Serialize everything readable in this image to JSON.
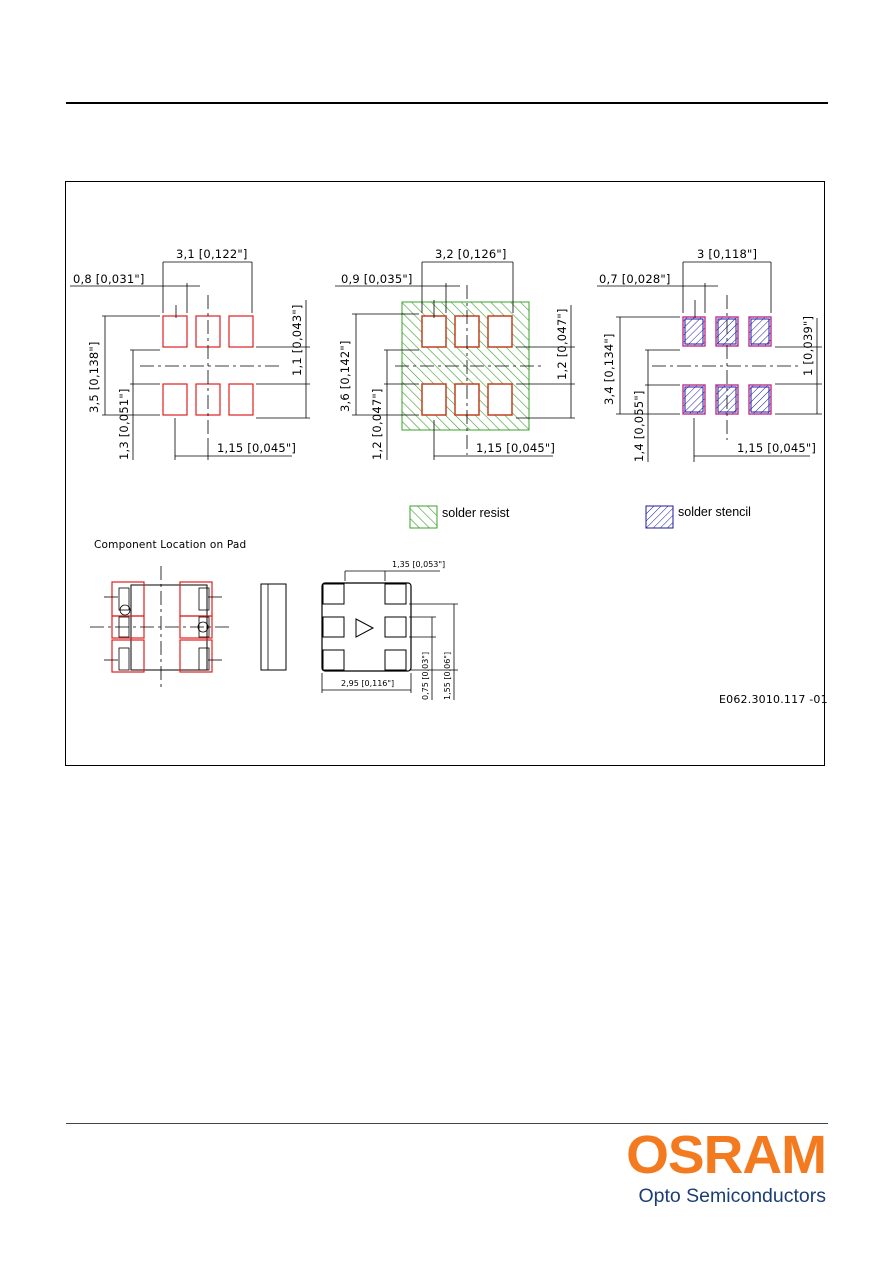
{
  "brand": {
    "name": "OSRAM",
    "tagline": "Opto Semiconductors",
    "logo_color": "#f47a20",
    "tagline_color": "#1c3e73"
  },
  "colors": {
    "pad_outline": "#e02020",
    "solder_resist": "#3aa02a",
    "solder_stencil": "#1a1aa0",
    "stencil_outline": "#c0308a",
    "line": "#000000"
  },
  "footprints": {
    "fp1": {
      "width": "3,1 [0,122\"]",
      "pad_width": "0,8 [0,031\"]",
      "height": "3,5 [0,138\"]",
      "gap": "1,1 [0,043\"]",
      "pad_height": "1,3 [0,051\"]",
      "pitch": "1,15 [0,045\"]"
    },
    "fp2": {
      "width": "3,2 [0,126\"]",
      "pad_width": "0,9 [0,035\"]",
      "height": "3,6 [0,142\"]",
      "gap": "1,2 [0,047\"]",
      "pad_height": "1,2 [0,047\"]",
      "pitch": "1,15 [0,045\"]"
    },
    "fp3": {
      "width": "3 [0,118\"]",
      "pad_width": "0,7 [0,028\"]",
      "height": "3,4 [0,134\"]",
      "gap": "1 [0,039\"]",
      "pad_height": "1,4 [0,055\"]",
      "pitch": "1,15 [0,045\"]"
    }
  },
  "legend": {
    "solder_resist": "solder resist",
    "solder_stencil": "solder stencil"
  },
  "component": {
    "title": "Component Location on Pad",
    "dim_top": "1,35 [0,053\"]",
    "dim_width": "2,95 [0,116\"]",
    "dim_small": "0,75 [0,03\"]",
    "dim_large": "1,55 [0,06\"]"
  },
  "drawing_id": "E062.3010.117 -01"
}
